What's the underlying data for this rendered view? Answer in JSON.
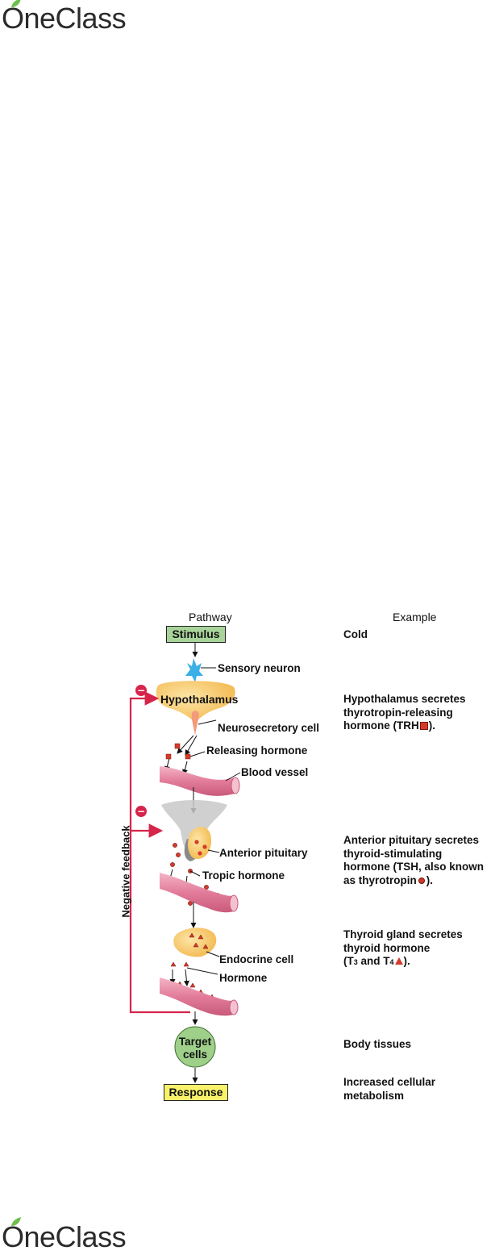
{
  "brand": {
    "name": "OneClass"
  },
  "pathway": {
    "header": "Pathway",
    "stimulus": "Stimulus",
    "sensory_neuron": "Sensory neuron",
    "hypothalamus": "Hypothalamus",
    "neurosecretory_cell": "Neurosecretory cell",
    "releasing_hormone": "Releasing hormone",
    "blood_vessel": "Blood vessel",
    "anterior_pituitary": "Anterior pituitary",
    "tropic_hormone": "Tropic hormone",
    "endocrine_cell": "Endocrine cell",
    "hormone": "Hormone",
    "target_cells_line1": "Target",
    "target_cells_line2": "cells",
    "response": "Response",
    "negative_feedback": "Negative feedback",
    "inhibit_symbol": "−"
  },
  "example": {
    "header": "Example",
    "cold": "Cold",
    "hypothalamus_lines": [
      "Hypothalamus secretes",
      "thyrotropin-releasing",
      "hormone (TRH"
    ],
    "hypothalamus_end": ").",
    "pituitary_lines": [
      "Anterior pituitary secretes",
      "thyroid-stimulating",
      "hormone (TSH, also known",
      "as thyrotropin"
    ],
    "pituitary_end": ").",
    "thyroid_lines": [
      "Thyroid gland secretes",
      "thyroid hormone"
    ],
    "thyroid_t3": "T",
    "thyroid_t3_sub": "3",
    "thyroid_and": " and T",
    "thyroid_t4_sub": "4",
    "thyroid_end": ").",
    "body_tissues": "Body tissues",
    "response_lines": [
      "Increased cellular",
      "metabolism"
    ]
  },
  "colors": {
    "feedback": "#d6244a",
    "stimulus_box": "#a8d39a",
    "response_box": "#f7f26a",
    "target_cells": "#9fd08a",
    "gland": "#f6c86a",
    "vessel": "#e88aa6",
    "neuron": "#3ab0e6",
    "hormone_marker": "#d63a2a"
  }
}
